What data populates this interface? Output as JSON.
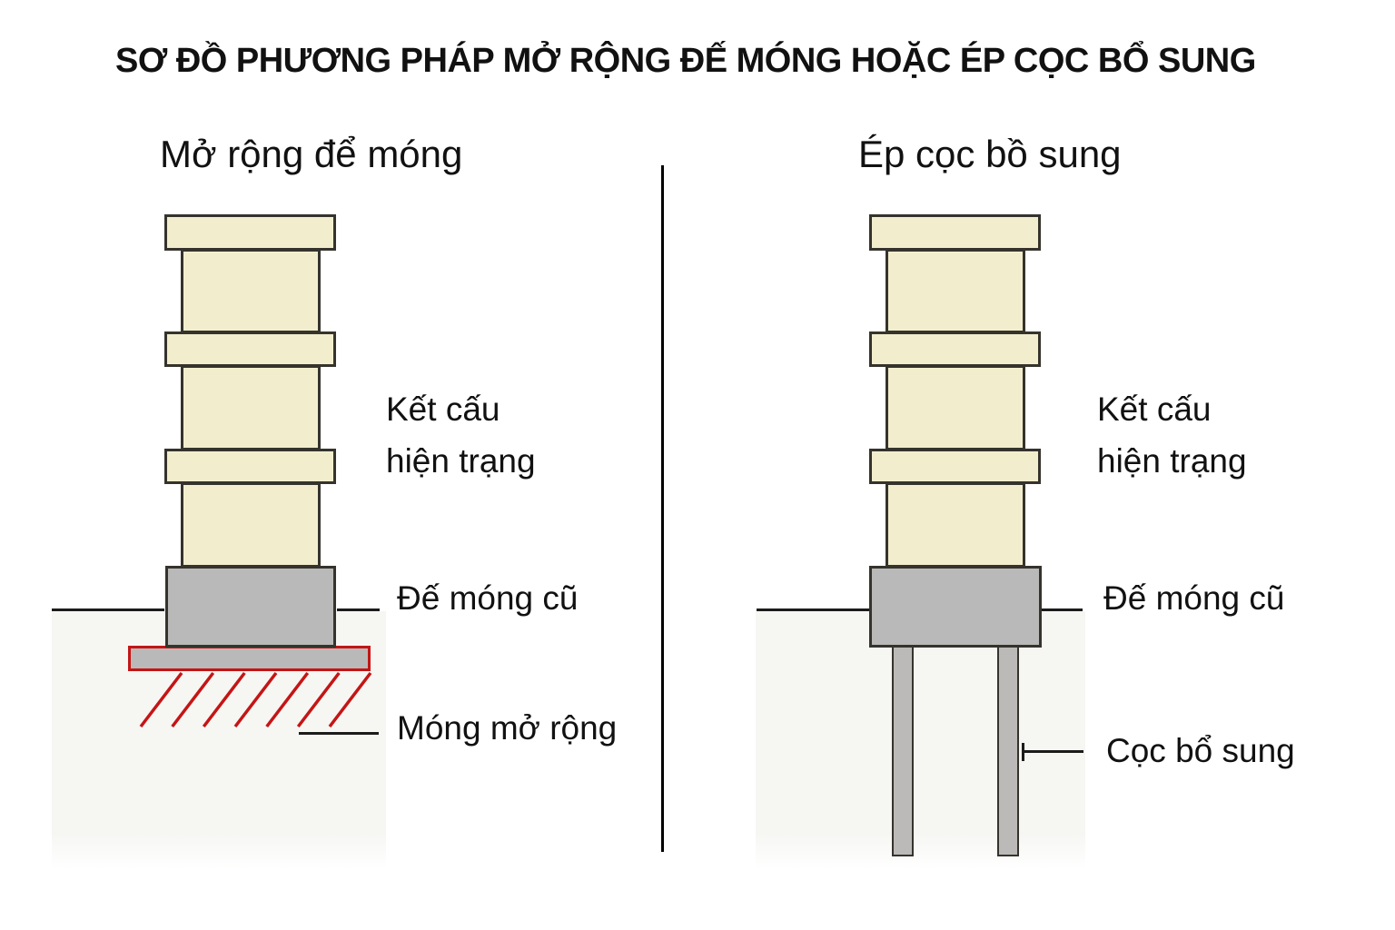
{
  "title": "SƠ ĐỒ PHƯƠNG PHÁP MỞ RỘNG ĐẾ MÓNG HOẶC ÉP CỌC BỔ SUNG",
  "left_panel": {
    "heading": "Mở rộng để móng",
    "labels": {
      "structure_line1": "Kết cấu",
      "structure_line2": "hiện trạng",
      "old_footing": "Đế móng cũ",
      "widened_footing": "Móng mở rộng"
    }
  },
  "right_panel": {
    "heading": "Ép cọc bồ sung",
    "labels": {
      "structure_line1": "Kết cấu",
      "structure_line2": "hiện trạng",
      "old_footing": "Đế móng cũ",
      "added_piles": "Cọc bổ sung"
    }
  },
  "colors": {
    "structure_fill": "#f2eecd",
    "structure_outline": "#35332c",
    "footing_fill": "#b9b9b9",
    "pile_fill": "#bcbab8",
    "highlight_red": "#c41515",
    "ground_fill": "#f6f6f3",
    "line_color": "#1c1c1c",
    "text_color": "#111111"
  }
}
